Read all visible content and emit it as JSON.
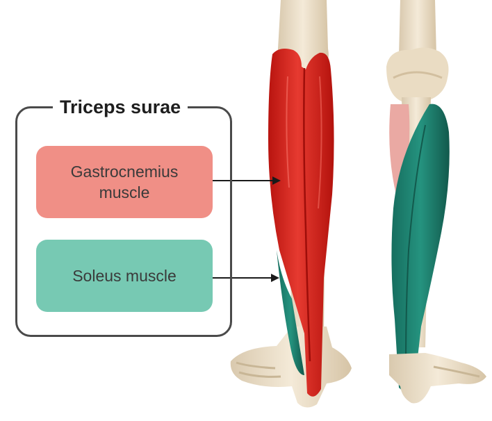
{
  "group": {
    "title": "Triceps surae"
  },
  "labels": {
    "gastrocnemius": "Gastrocnemius\nmuscle",
    "soleus": "Soleus muscle"
  },
  "colors": {
    "gastrocnemius_box": "#f08f86",
    "soleus_box": "#77c9b3",
    "gastrocnemius_muscle": "#e02a23",
    "soleus_muscle": "#1e8a77",
    "bone": "#efe3cf",
    "outline": "#4a4a4a"
  },
  "icons": [
    "arrow-icon",
    "left-leg-illustration",
    "right-leg-illustration"
  ]
}
